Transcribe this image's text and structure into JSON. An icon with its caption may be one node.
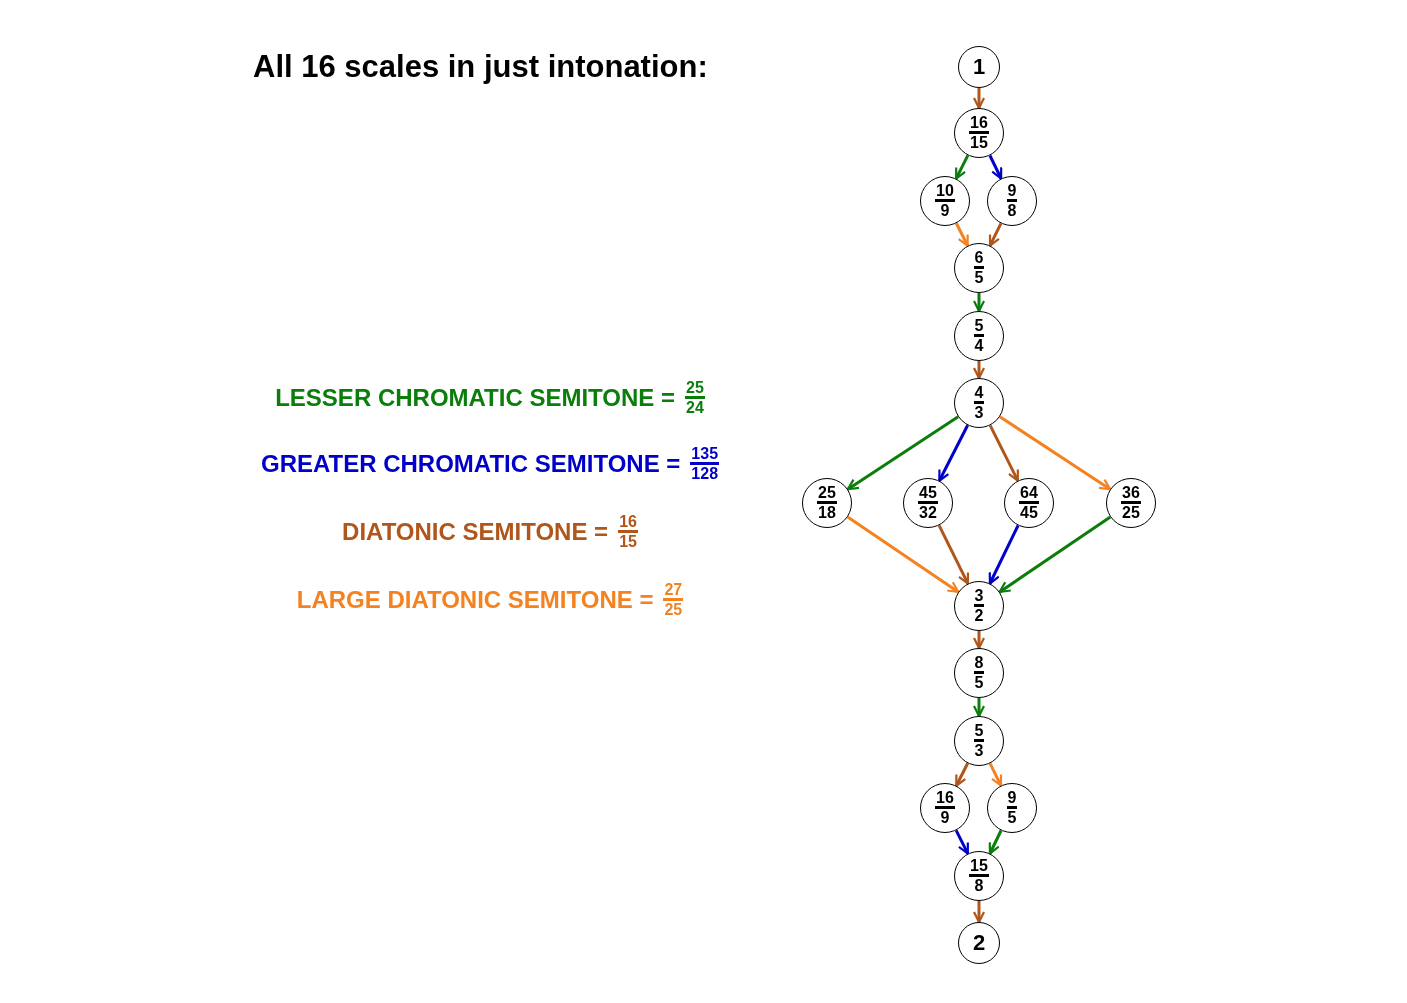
{
  "diagram": {
    "title": "All 16 scales in just intonation:",
    "nodes": [
      {
        "text": [
          "1"
        ]
      },
      {
        "text": [
          "16",
          "15"
        ]
      },
      {
        "text": [
          "10",
          "9"
        ]
      },
      {
        "text": [
          "9",
          "8"
        ]
      },
      {
        "text": [
          "6",
          "5"
        ]
      },
      {
        "text": [
          "5",
          "4"
        ]
      },
      {
        "text": [
          "4",
          "3"
        ]
      },
      {
        "text": [
          "25",
          "18"
        ]
      },
      {
        "text": [
          "45",
          "32"
        ]
      },
      {
        "text": [
          "64",
          "45"
        ]
      },
      {
        "text": [
          "36",
          "25"
        ]
      },
      {
        "text": [
          "3",
          "2"
        ]
      },
      {
        "text": [
          "8",
          "5"
        ]
      },
      {
        "text": [
          "5",
          "3"
        ]
      },
      {
        "text": [
          "16",
          "9"
        ]
      },
      {
        "text": [
          "9",
          "5"
        ]
      },
      {
        "text": [
          "15",
          "8"
        ]
      },
      {
        "text": [
          "2"
        ]
      }
    ],
    "edges": [
      {
        "from": 0,
        "to": 1,
        "arrow": "to",
        "color": "#b0561a"
      },
      {
        "from": 1,
        "to": 2,
        "arrow": "to",
        "color": "#0b7d0b"
      },
      {
        "from": 1,
        "to": 3,
        "arrow": "to",
        "color": "#0000c8"
      },
      {
        "from": 2,
        "to": 4,
        "arrow": "to",
        "color": "#f58220"
      },
      {
        "from": 3,
        "to": 4,
        "arrow": "to",
        "color": "#b0561a"
      },
      {
        "from": 4,
        "to": 5,
        "arrow": "to",
        "color": "#0b7d0b"
      },
      {
        "from": 5,
        "to": 6,
        "arrow": "to",
        "color": "#b0561a"
      },
      {
        "from": 6,
        "to": 7,
        "arrow": "to",
        "color": "#0b7d0b"
      },
      {
        "from": 6,
        "to": 8,
        "arrow": "to",
        "color": "#0000c8"
      },
      {
        "from": 6,
        "to": 9,
        "arrow": "to",
        "color": "#b0561a"
      },
      {
        "from": 6,
        "to": 10,
        "arrow": "to",
        "color": "#f58220"
      },
      {
        "from": 7,
        "to": 11,
        "arrow": "to",
        "color": "#f58220"
      },
      {
        "from": 8,
        "to": 11,
        "arrow": "to",
        "color": "#b0561a"
      },
      {
        "from": 9,
        "to": 11,
        "arrow": "to",
        "color": "#0000c8"
      },
      {
        "from": 10,
        "to": 11,
        "arrow": "to",
        "color": "#0b7d0b"
      },
      {
        "from": 11,
        "to": 12,
        "arrow": "to",
        "color": "#b0561a"
      },
      {
        "from": 12,
        "to": 13,
        "arrow": "to",
        "color": "#0b7d0b"
      },
      {
        "from": 13,
        "to": 14,
        "arrow": "to",
        "color": "#b0561a"
      },
      {
        "from": 13,
        "to": 15,
        "arrow": "to",
        "color": "#f58220"
      },
      {
        "from": 14,
        "to": 16,
        "arrow": "to",
        "color": "#0000c8"
      },
      {
        "from": 15,
        "to": 16,
        "arrow": "to",
        "color": "#0b7d0b"
      },
      {
        "from": 16,
        "to": 17,
        "arrow": "to",
        "color": "#b0561a"
      }
    ],
    "labels": [
      "25",
      "24",
      "135",
      "128",
      "16",
      "15",
      "27",
      "25"
    ],
    "legend": [
      {
        "text": "LESSER CHROMATIC SEMITONE =",
        "color": "#0b7d0b"
      },
      {
        "text": "GREATER CHROMATIC SEMITONE =",
        "color": "#0000c8"
      },
      {
        "text": "DIATONIC SEMITONE =",
        "color": "#b0561a"
      },
      {
        "text": "LARGE DIATONIC SEMITONE =",
        "color": "#f58220"
      }
    ]
  }
}
